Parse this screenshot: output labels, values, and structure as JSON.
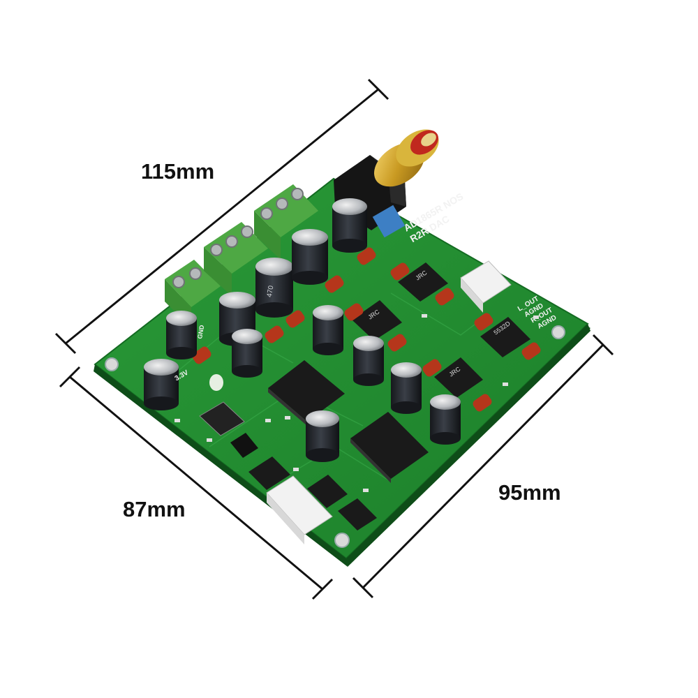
{
  "dimensions": {
    "top_label": "115mm",
    "left_label": "87mm",
    "right_label": "95mm"
  },
  "board": {
    "title_line1": "AD1865R NOS",
    "title_line2": "R2R DAC",
    "output_labels": [
      "L_OUT",
      "AGND",
      "R_OUT",
      "AGND"
    ],
    "voltage_label": "3.3V",
    "gnd_label": "GND",
    "opamp_marking": "JRC",
    "opamp_model": "5532D",
    "cap_marking": "470",
    "colors": {
      "pcb": "#1f8a2e",
      "pcb_edge": "#146b22",
      "terminal_block": "#55b04a",
      "electrolytic_cap": "#2a2d33",
      "film_cap": "#b5361b",
      "chip": "#1a1a1a",
      "rca_gold": "#c9a22a",
      "rca_red": "#c0281e",
      "connector": "#f2f2f2",
      "blue_cap": "#3d7fc4"
    }
  }
}
